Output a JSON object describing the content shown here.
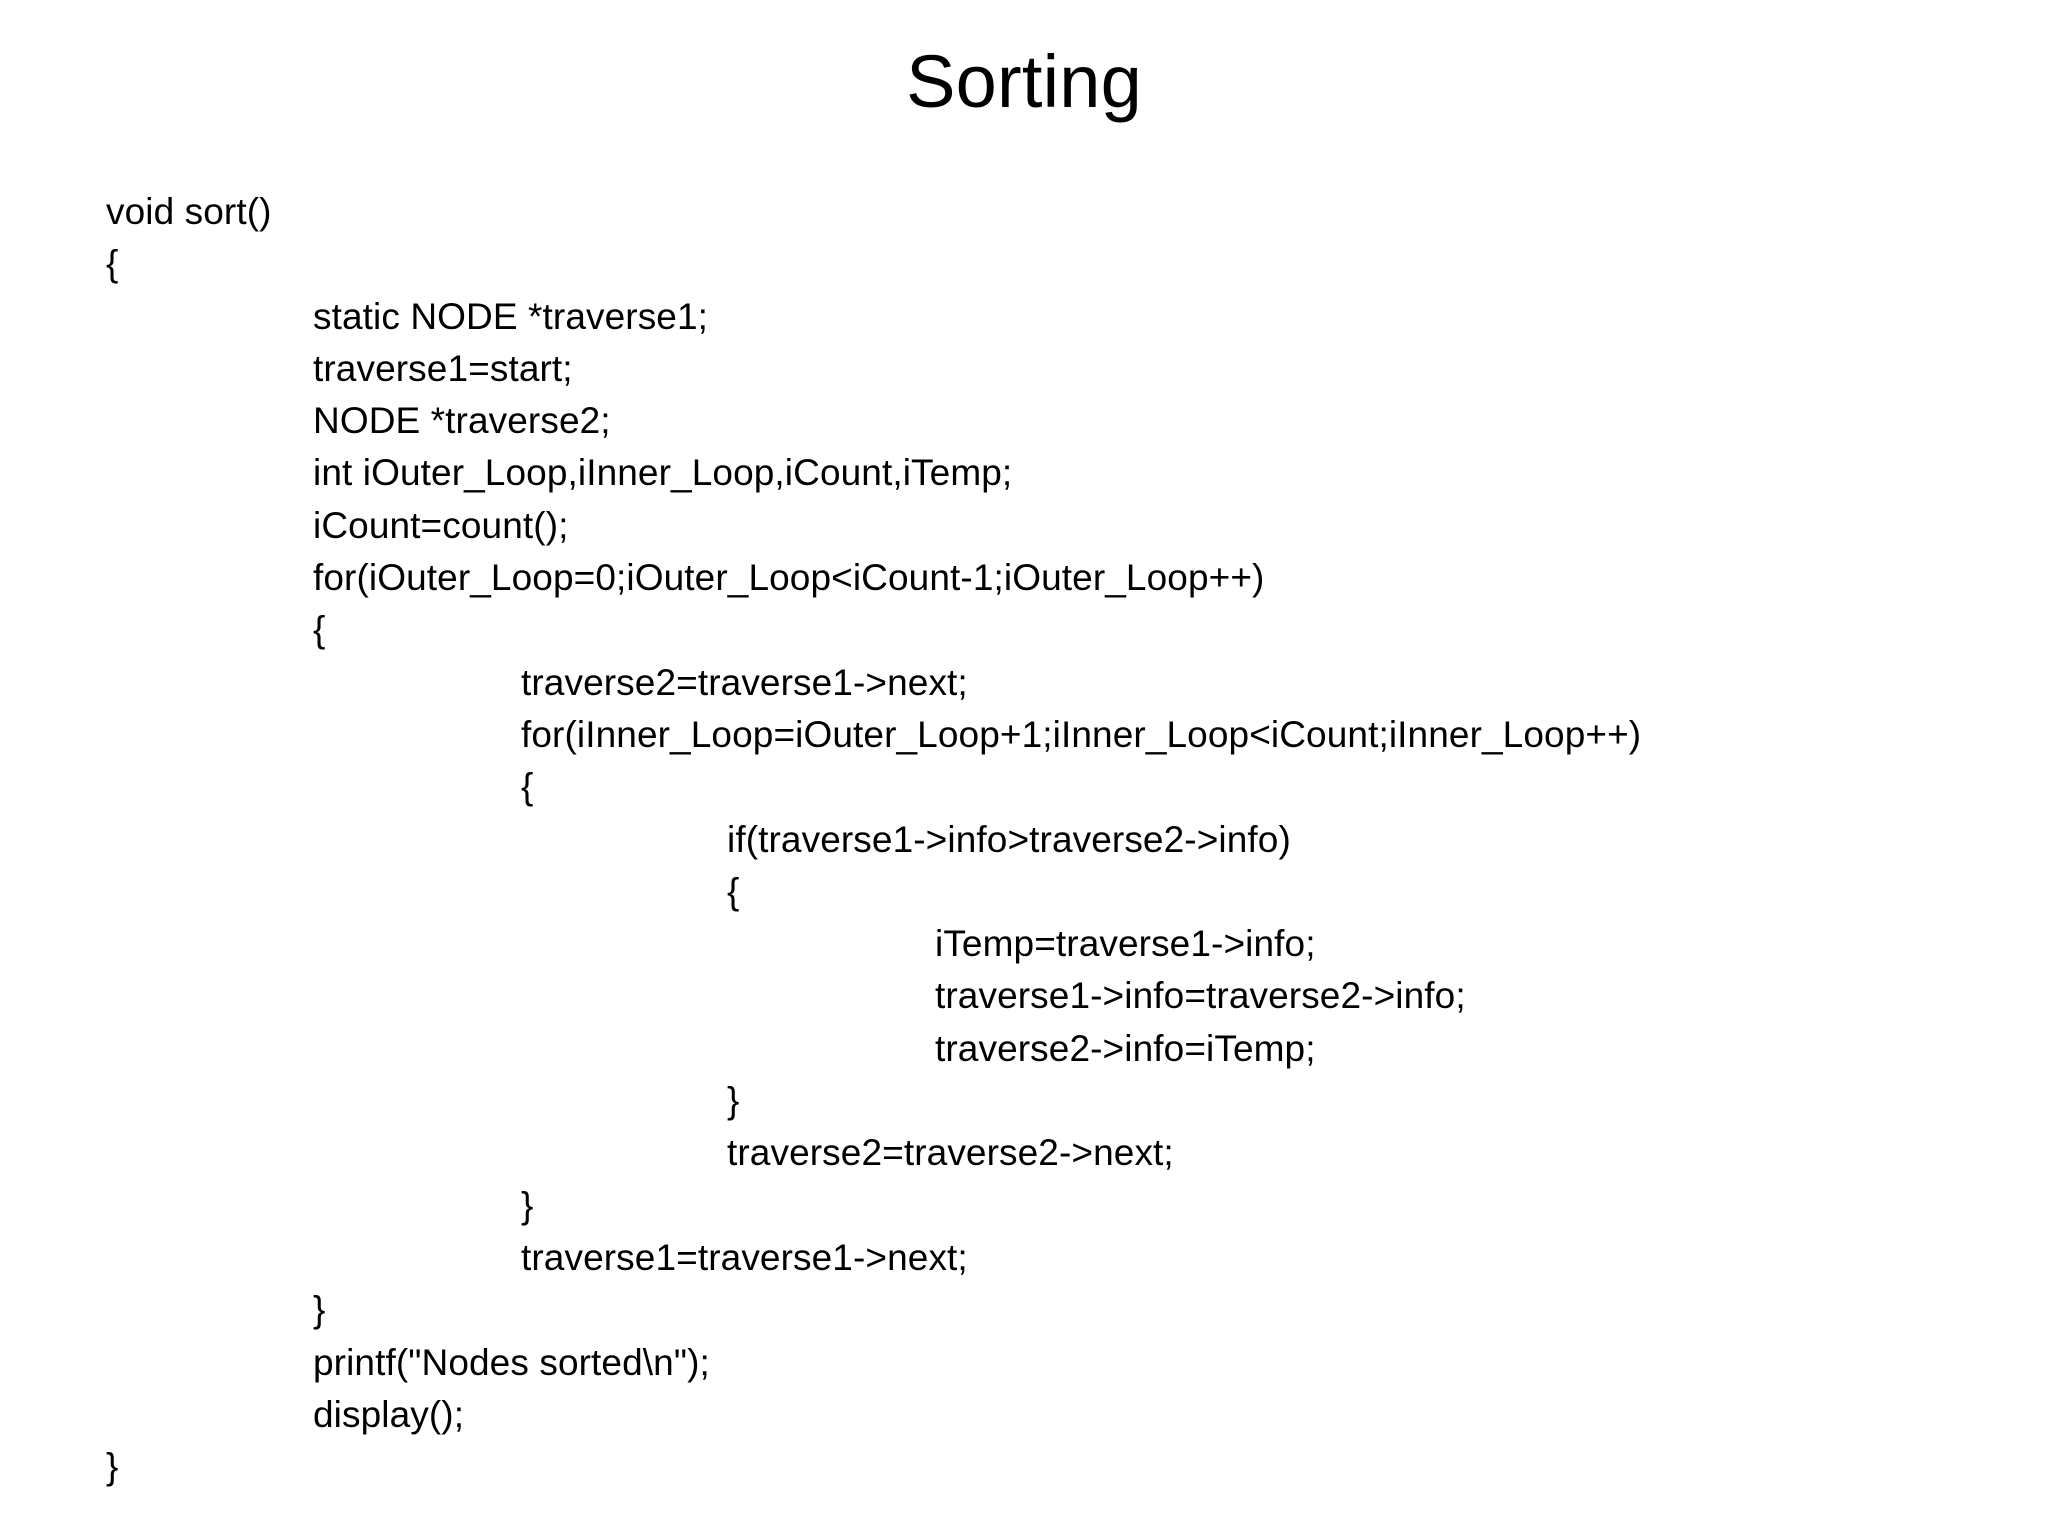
{
  "slide": {
    "title": "Sorting",
    "background_color": "#ffffff",
    "text_color": "#000000"
  },
  "code": {
    "language": "c",
    "lines": [
      {
        "indent": 0,
        "text": "void sort()"
      },
      {
        "indent": 0,
        "text": "{"
      },
      {
        "indent": 1,
        "text": "static NODE *traverse1;"
      },
      {
        "indent": 1,
        "text": "traverse1=start;"
      },
      {
        "indent": 1,
        "text": "NODE *traverse2;"
      },
      {
        "indent": 1,
        "text": "int iOuter_Loop,iInner_Loop,iCount,iTemp;"
      },
      {
        "indent": 1,
        "text": "iCount=count();"
      },
      {
        "indent": 1,
        "text": "for(iOuter_Loop=0;iOuter_Loop<iCount-1;iOuter_Loop++)"
      },
      {
        "indent": 1,
        "text": "{"
      },
      {
        "indent": 2,
        "text": "traverse2=traverse1->next;"
      },
      {
        "indent": 2,
        "text": "for(iInner_Loop=iOuter_Loop+1;iInner_Loop<iCount;iInner_Loop++)"
      },
      {
        "indent": 2,
        "text": "{"
      },
      {
        "indent": 3,
        "text": "if(traverse1->info>traverse2->info)"
      },
      {
        "indent": 3,
        "text": "{"
      },
      {
        "indent": 4,
        "text": "iTemp=traverse1->info;"
      },
      {
        "indent": 4,
        "text": "traverse1->info=traverse2->info;"
      },
      {
        "indent": 4,
        "text": "traverse2->info=iTemp;"
      },
      {
        "indent": 3,
        "text": "}"
      },
      {
        "indent": 3,
        "text": "traverse2=traverse2->next;"
      },
      {
        "indent": 2,
        "text": "}"
      },
      {
        "indent": 2,
        "text": "traverse1=traverse1->next;"
      },
      {
        "indent": 1,
        "text": "}"
      },
      {
        "indent": 1,
        "text": "printf(\"Nodes sorted\\n\");"
      },
      {
        "indent": 1,
        "text": "display();"
      },
      {
        "indent": 0,
        "text": "}"
      }
    ]
  }
}
